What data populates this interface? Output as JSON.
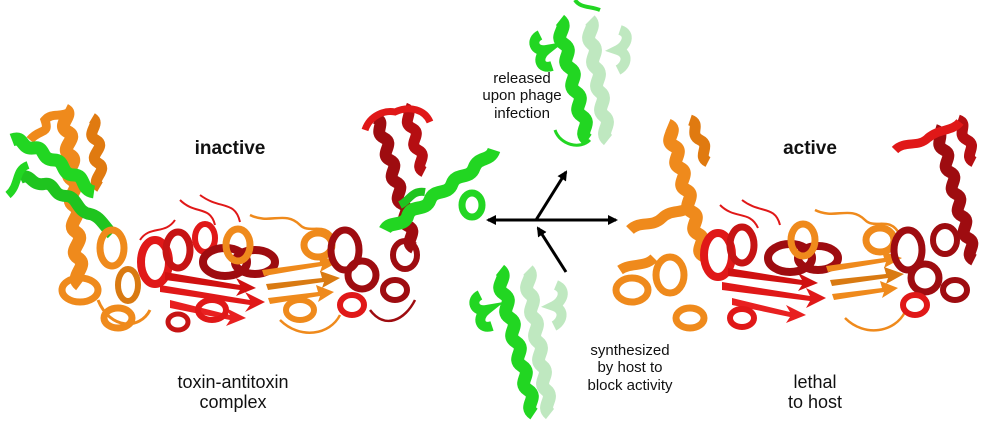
{
  "labels": {
    "inactive": "inactive",
    "active": "active",
    "released_line1": "released",
    "released_line2": "upon phage",
    "released_line3": "infection",
    "synth_line1": "synthesized",
    "synth_line2": "by host to",
    "synth_line3": "block activity",
    "complex_line1": "toxin-antitoxin",
    "complex_line2": "complex",
    "lethal_line1": "lethal",
    "lethal_line2": "to host"
  },
  "colors": {
    "toxin_orange": "#ef8a1c",
    "toxin_red": "#e01818",
    "toxin_dark_red": "#9e0c10",
    "antitoxin_green": "#22d622",
    "antitoxin_light_green": "#bfe8c0",
    "arrow": "#000000"
  },
  "icons": {
    "protein_complex": "ribbon-protein-structure",
    "arrows": "four-way-arrow"
  }
}
